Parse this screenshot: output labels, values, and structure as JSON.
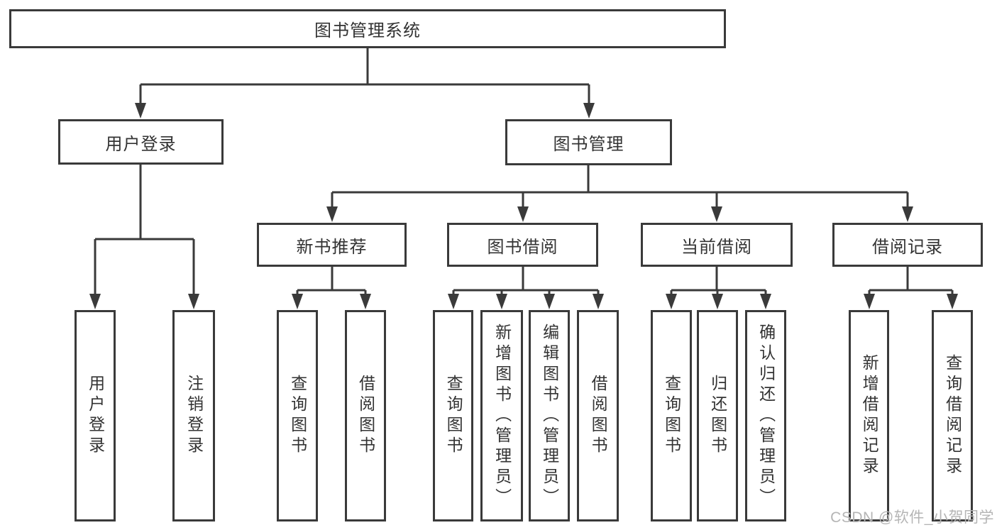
{
  "tree": {
    "root": "图书管理系统",
    "branches": [
      {
        "label": "用户登录",
        "children": [
          "用户登录",
          "注销登录"
        ]
      },
      {
        "label": "图书管理",
        "groups": [
          {
            "label": "新书推荐",
            "children": [
              "查询图书",
              "借阅图书"
            ]
          },
          {
            "label": "图书借阅",
            "children": [
              "查询图书",
              "新增图书（管理员）",
              "编辑图书（管理员）",
              "借阅图书"
            ]
          },
          {
            "label": "当前借阅",
            "children": [
              "查询图书",
              "归还图书",
              "确认归还（管理员）"
            ]
          },
          {
            "label": "借阅记录",
            "children": [
              "新增借阅记录",
              "查询借阅记录"
            ]
          }
        ]
      }
    ]
  },
  "watermark": "CSDN @软件_小贺同学",
  "colors": {
    "line": "#3a3a3a",
    "text": "#333333",
    "watermark": "#b5b5b5",
    "background": "#ffffff"
  }
}
